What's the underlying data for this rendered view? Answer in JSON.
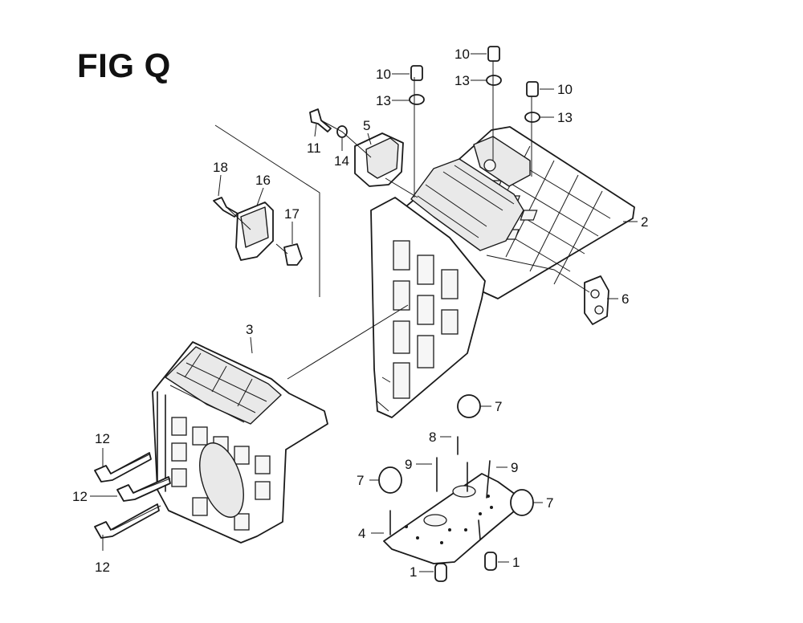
{
  "figure": {
    "title": "FIG Q"
  },
  "callouts": [
    {
      "id": "c-10a",
      "text": "10"
    },
    {
      "id": "c-13a",
      "text": "13"
    },
    {
      "id": "c-10b",
      "text": "10"
    },
    {
      "id": "c-13b",
      "text": "13"
    },
    {
      "id": "c-10c",
      "text": "10"
    },
    {
      "id": "c-13c",
      "text": "13"
    },
    {
      "id": "c-5",
      "text": "5"
    },
    {
      "id": "c-11",
      "text": "11"
    },
    {
      "id": "c-14",
      "text": "14"
    },
    {
      "id": "c-18",
      "text": "18"
    },
    {
      "id": "c-16",
      "text": "16"
    },
    {
      "id": "c-17",
      "text": "17"
    },
    {
      "id": "c-2",
      "text": "2"
    },
    {
      "id": "c-6",
      "text": "6"
    },
    {
      "id": "c-3",
      "text": "3"
    },
    {
      "id": "c-7a",
      "text": "7"
    },
    {
      "id": "c-8",
      "text": "8"
    },
    {
      "id": "c-9a",
      "text": "9"
    },
    {
      "id": "c-9b",
      "text": "9"
    },
    {
      "id": "c-7b",
      "text": "7"
    },
    {
      "id": "c-7c",
      "text": "7"
    },
    {
      "id": "c-4",
      "text": "4"
    },
    {
      "id": "c-1a",
      "text": "1"
    },
    {
      "id": "c-1b",
      "text": "1"
    },
    {
      "id": "c-12a",
      "text": "12"
    },
    {
      "id": "c-12b",
      "text": "12"
    },
    {
      "id": "c-12c",
      "text": "12"
    }
  ]
}
